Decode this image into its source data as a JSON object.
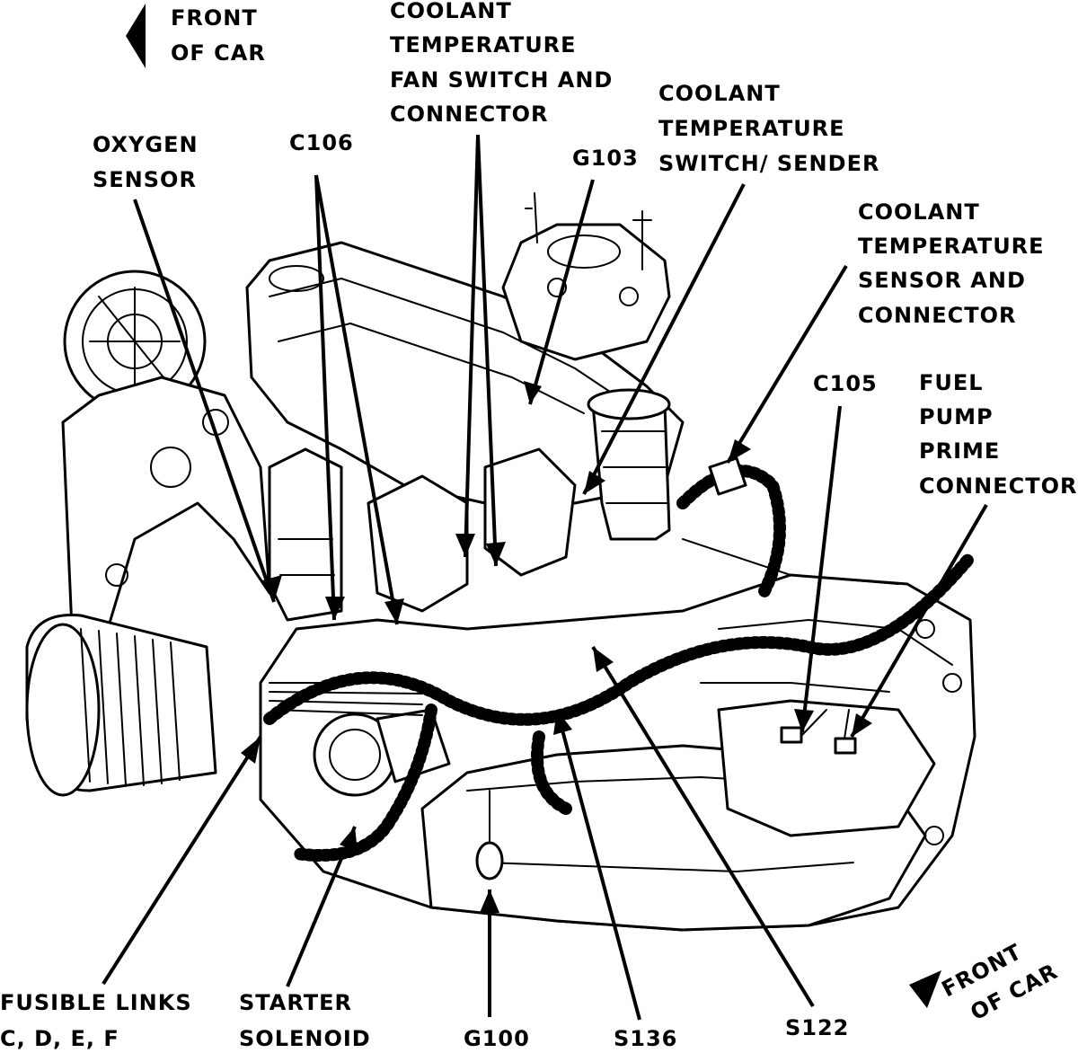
{
  "labels": {
    "front_of_car_top": [
      "FRONT",
      "OF CAR"
    ],
    "coolant_temp_fan_switch": [
      "COOLANT",
      "TEMPERATURE",
      "FAN SWITCH AND",
      "CONNECTOR"
    ],
    "oxygen_sensor": [
      "OXYGEN",
      "SENSOR"
    ],
    "c106": [
      "C106"
    ],
    "g103": [
      "G103"
    ],
    "coolant_temp_switch_sender": [
      "COOLANT",
      "TEMPERATURE",
      "SWITCH/ SENDER"
    ],
    "coolant_temp_sensor": [
      "COOLANT",
      "TEMPERATURE",
      "SENSOR AND",
      "CONNECTOR"
    ],
    "c105": [
      "C105"
    ],
    "fuel_pump_prime": [
      "FUEL",
      "PUMP",
      "PRIME",
      "CONNECTOR"
    ],
    "fusible_links": [
      "FUSIBLE LINKS",
      "C, D, E, F"
    ],
    "starter_solenoid": [
      "STARTER",
      "SOLENOID"
    ],
    "g100": [
      "G100"
    ],
    "s136": [
      "S136"
    ],
    "s122": [
      "S122"
    ],
    "front_of_car_bottom": [
      "FRONT",
      "OF CAR"
    ]
  },
  "colors": {
    "ink": "#000000",
    "paper": "#ffffff"
  }
}
